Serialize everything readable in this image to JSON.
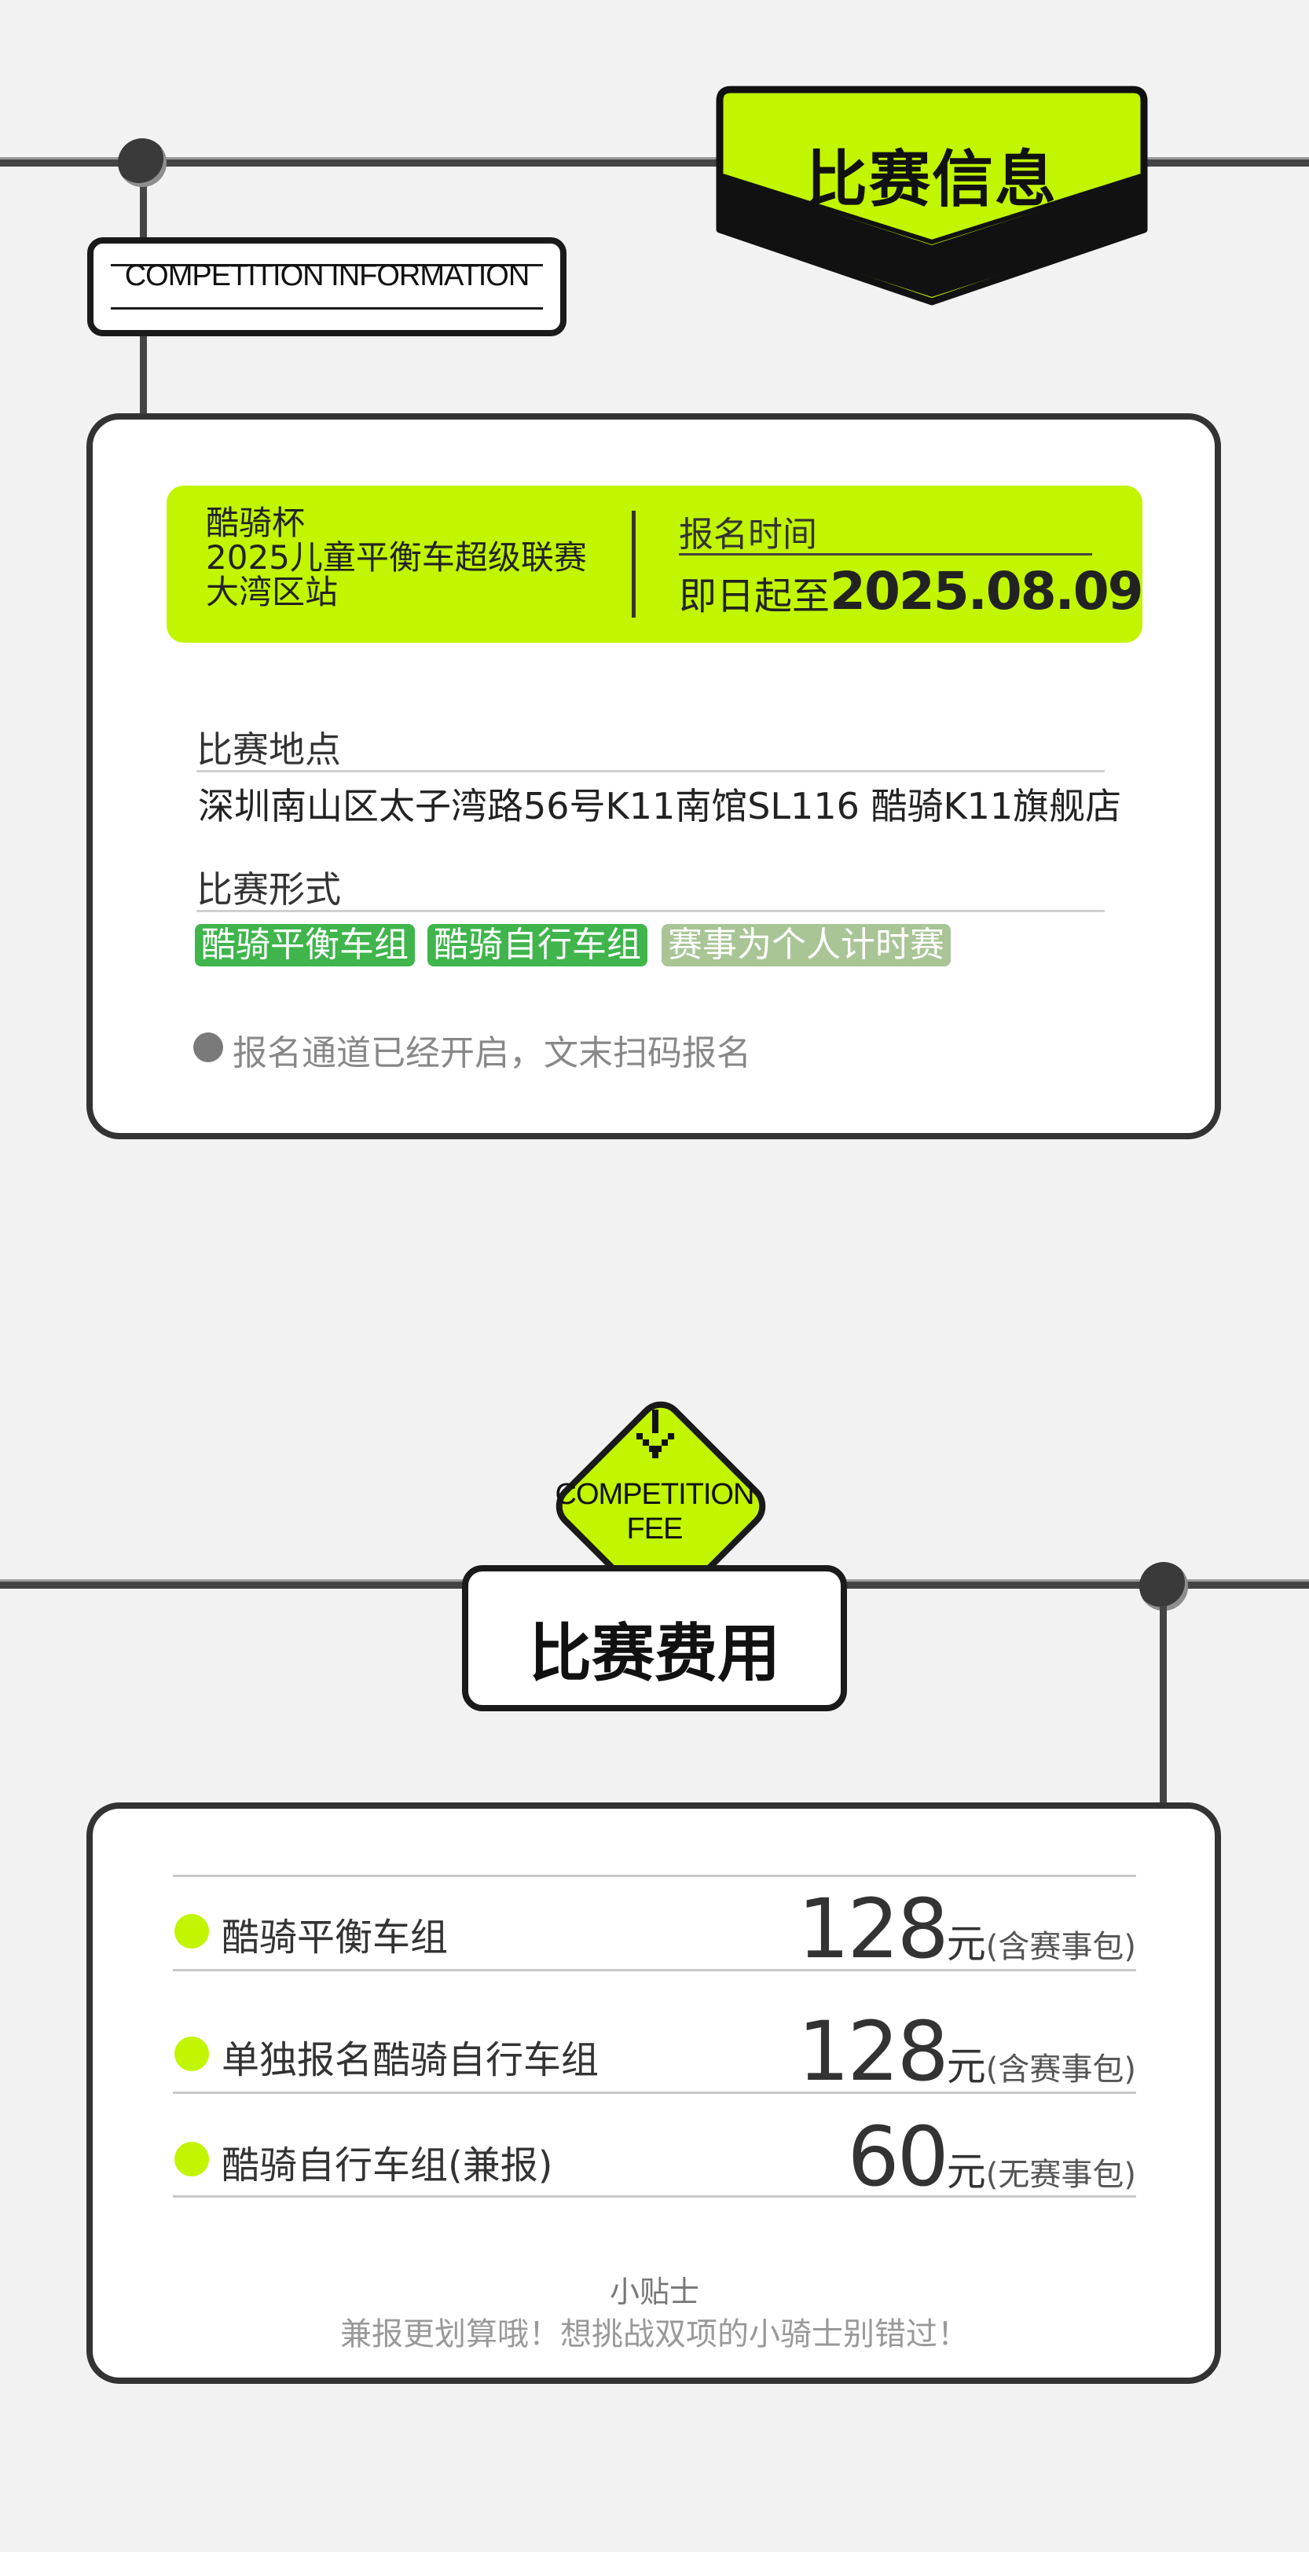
{
  "info_section": {
    "title": "比赛信息",
    "subtitle_en": "COMPETITION INFORMATION",
    "event_name_lines": [
      "酷骑杯",
      "2025儿童平衡车超级联赛",
      "大湾区站"
    ],
    "registration_label": "报名时间",
    "registration_prefix": "即日起至",
    "registration_date": "2025.08.09",
    "location_label": "比赛地点",
    "location_value": "深圳南山区太子湾路56号K11南馆SL116 酷骑K11旗舰店",
    "format_label": "比赛形式",
    "format_tags": [
      {
        "label": "酷骑平衡车组",
        "color": "#3fb54c"
      },
      {
        "label": "酷骑自行车组",
        "color": "#3fb54c"
      },
      {
        "label": "赛事为个人计时赛",
        "color": "#a9c596"
      }
    ],
    "note": "报名通道已经开启，文末扫码报名"
  },
  "fee_section": {
    "icon_label_line1": "COMPETITION",
    "icon_label_line2": "FEE",
    "title": "比赛费用",
    "items": [
      {
        "name": "酷骑平衡车组",
        "price": "128",
        "unit": "元",
        "note": "(含赛事包)"
      },
      {
        "name": "单独报名酷骑自行车组",
        "price": "128",
        "unit": "元",
        "note": "(含赛事包)"
      },
      {
        "name": "酷骑自行车组(兼报)",
        "price": "60",
        "unit": "元",
        "note": "(无赛事包)"
      }
    ],
    "tip_title": "小贴士",
    "tip_text": "兼报更划算哦！想挑战双项的小骑士别错过！"
  },
  "colors": {
    "accent": "#c1f500",
    "border": "#333333",
    "background": "#f2f2f2"
  }
}
